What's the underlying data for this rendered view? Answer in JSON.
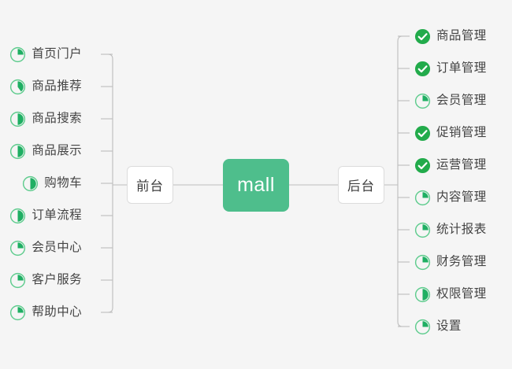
{
  "diagram": {
    "title": "mall",
    "background_color": "#f5f5f5",
    "accent_color": "#4ebe8c",
    "done_color": "#22ab4b",
    "ring_color": "#5fcc8e",
    "text_color": "#444444",
    "line_color": "#bdbdbd"
  },
  "root": {
    "label": "mall"
  },
  "branches": {
    "left": {
      "label": "前台",
      "items": [
        {
          "label": "首页门户",
          "icon": "pie-progress-icon",
          "progress": 25
        },
        {
          "label": "商品推荐",
          "icon": "pie-progress-icon",
          "progress": 40
        },
        {
          "label": "商品搜索",
          "icon": "pie-progress-icon",
          "progress": 50
        },
        {
          "label": "商品展示",
          "icon": "pie-progress-icon",
          "progress": 50
        },
        {
          "label": "购物车",
          "icon": "pie-progress-icon",
          "progress": 50
        },
        {
          "label": "订单流程",
          "icon": "pie-progress-icon",
          "progress": 50
        },
        {
          "label": "会员中心",
          "icon": "pie-progress-icon",
          "progress": 25
        },
        {
          "label": "客户服务",
          "icon": "pie-progress-icon",
          "progress": 25
        },
        {
          "label": "帮助中心",
          "icon": "pie-progress-icon",
          "progress": 25
        }
      ]
    },
    "right": {
      "label": "后台",
      "items": [
        {
          "label": "商品管理",
          "icon": "check-circle-icon",
          "progress": 100
        },
        {
          "label": "订单管理",
          "icon": "check-circle-icon",
          "progress": 100
        },
        {
          "label": "会员管理",
          "icon": "pie-progress-icon",
          "progress": 25
        },
        {
          "label": "促销管理",
          "icon": "check-circle-icon",
          "progress": 100
        },
        {
          "label": "运营管理",
          "icon": "check-circle-icon",
          "progress": 100
        },
        {
          "label": "内容管理",
          "icon": "pie-progress-icon",
          "progress": 25
        },
        {
          "label": "统计报表",
          "icon": "pie-progress-icon",
          "progress": 25
        },
        {
          "label": "财务管理",
          "icon": "pie-progress-icon",
          "progress": 25
        },
        {
          "label": "权限管理",
          "icon": "pie-progress-icon",
          "progress": 50
        },
        {
          "label": "设置",
          "icon": "pie-progress-icon",
          "progress": 25
        }
      ]
    }
  }
}
